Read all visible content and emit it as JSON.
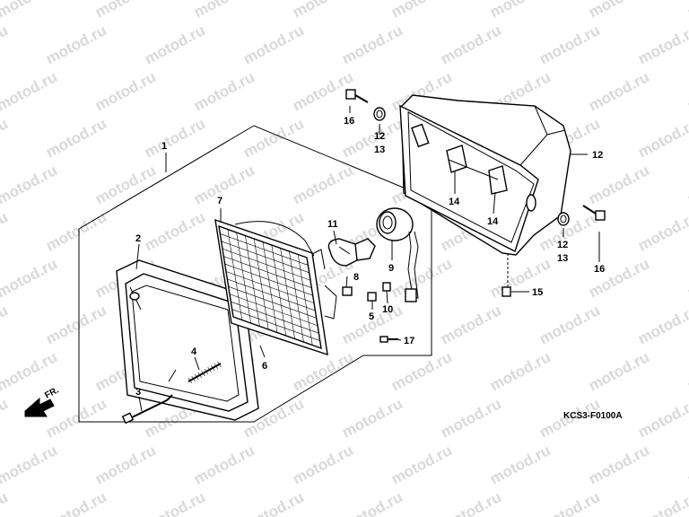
{
  "watermark": {
    "text": "motod.ru"
  },
  "diagram_code": "KCS3-F0100A",
  "front_arrow_label": "FR.",
  "callouts": {
    "c1": "1",
    "c2": "2",
    "c3": "3",
    "c4": "4",
    "c5": "5",
    "c6": "6",
    "c7": "7",
    "c8": "8",
    "c9": "9",
    "c10": "10",
    "c11": "11",
    "c12a": "12",
    "c12b": "12",
    "c12c": "12",
    "c13a": "13",
    "c13b": "13",
    "c14a": "14",
    "c14b": "14",
    "c15": "15",
    "c16a": "16",
    "c16b": "16",
    "c17": "17"
  }
}
